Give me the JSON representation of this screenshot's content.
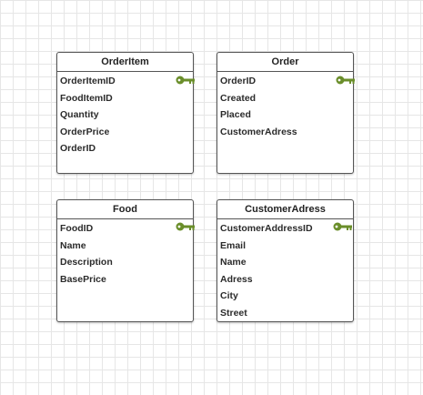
{
  "entities": {
    "order_item": {
      "title": "OrderItem",
      "fields": [
        "OrderItemID",
        "FoodItemID",
        "Quantity",
        "OrderPrice",
        "OrderID"
      ],
      "primary_key": "OrderItemID"
    },
    "order": {
      "title": "Order",
      "fields": [
        "OrderID",
        "Created",
        "Placed",
        "CustomerAdress"
      ],
      "primary_key": "OrderID"
    },
    "food": {
      "title": "Food",
      "fields": [
        "FoodID",
        "Name",
        "Description",
        "BasePrice"
      ],
      "primary_key": "FoodID"
    },
    "customer_adress": {
      "title": "CustomerAdress",
      "fields": [
        "CustomerAddressID",
        "Email",
        "Name",
        "Adress",
        "City",
        "Street"
      ],
      "primary_key": "CustomerAddressID"
    }
  },
  "colors": {
    "key_icon": "#6a8e2a",
    "border": "#555555",
    "grid": "#e6e6e6"
  },
  "icons": {
    "primary_key": "key-icon"
  }
}
